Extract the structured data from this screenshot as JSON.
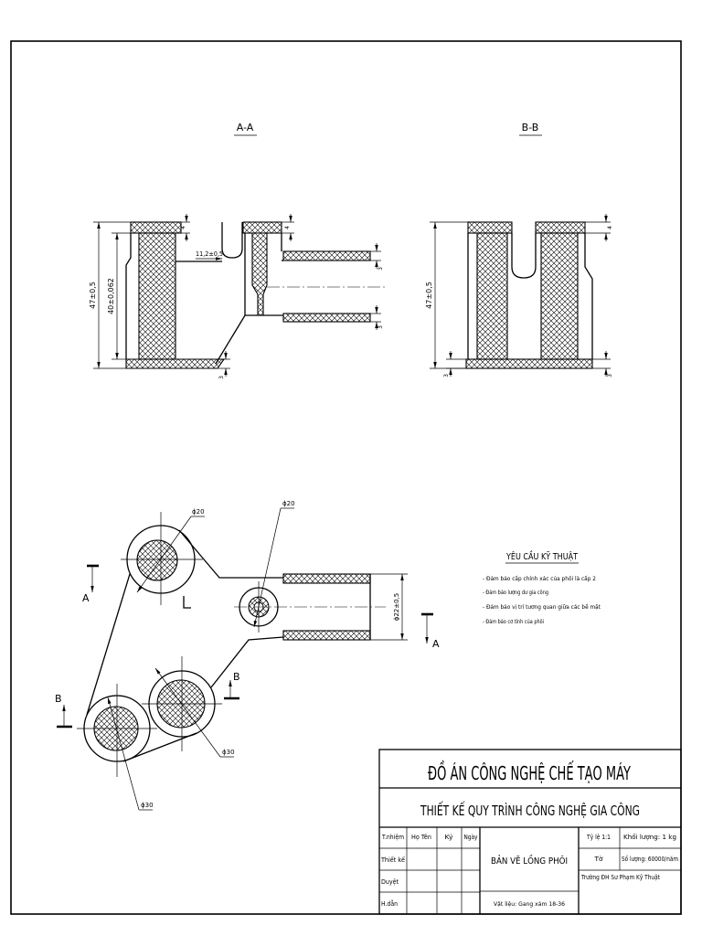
{
  "drawing": {
    "section_aa_label": "A-A",
    "section_bb_label": "B-B"
  },
  "dimensions": {
    "aa_overall_height": "47±0,5",
    "aa_inner_height": "40±0,062",
    "aa_slot": "11,2±0,5",
    "aa_top_left": "4",
    "aa_top_right": "4",
    "aa_arm_top": "3",
    "aa_arm_bottom": "3",
    "aa_bottom": "3",
    "bb_overall_height": "47±0,5",
    "bb_top": "4",
    "bb_bottom_left": "3",
    "bb_bottom_right": "3",
    "plan_boss_large": "ϕ20",
    "plan_boss_small": "ϕ20",
    "plan_arm": "ϕ22±0,5",
    "plan_boss_middle": "ϕ30",
    "plan_boss_lower": "ϕ30"
  },
  "section_markers": {
    "a_left": "A",
    "a_right": "A",
    "b_left": "B",
    "b_right": "B"
  },
  "requirements": {
    "title": "YÊU CẦU KỸ THUẬT",
    "items": [
      "- Đảm bảo cấp chính xác của phôi là cấp 2",
      "- Đảm bảo lượng dư gia công",
      "- Đảm bảo vị trí tương quan giữa các bề mặt",
      "- Đảm bảo cơ tính của phôi"
    ]
  },
  "title_block": {
    "project_title": "ĐỒ ÁN CÔNG NGHỆ CHẾ TẠO MÁY",
    "subject": "THIẾT KẾ QUY TRÌNH CÔNG NGHỆ GIA CÔNG",
    "headers": {
      "role": "T.nhiệm",
      "name": "Họ Tên",
      "signature": "Ký",
      "date": "Ngày"
    },
    "roles": [
      "Thiết kế",
      "Duyệt",
      "H.dẫn"
    ],
    "drawing_name": "BẢN VẼ LỒNG PHÔI",
    "material": "Vật liệu: Gang xám 18-36",
    "scale": "Tỷ lệ 1:1",
    "mass": "Khối lượng: 1 kg",
    "sheet": "Tờ",
    "quantity": "Số lượng: 60000/năm",
    "school": "Trường ĐH Sư Phạm Kỹ Thuật"
  },
  "colors": {
    "line": "#000000",
    "paper": "#ffffff"
  }
}
